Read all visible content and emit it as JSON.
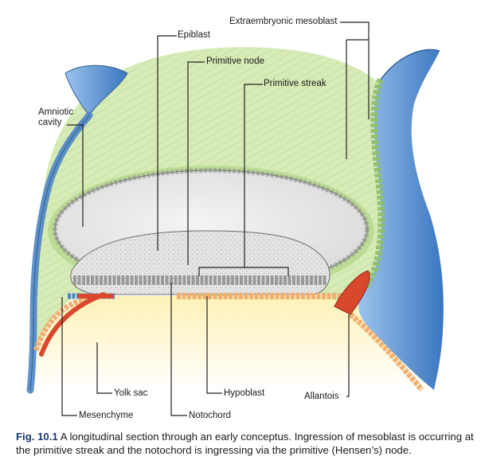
{
  "labels": {
    "extraembryonic_mesoblast": "Extraembryonic mesoblast",
    "epiblast": "Epiblast",
    "primitive_node": "Primitive node",
    "primitive_streak": "Primitive streak",
    "amniotic_cavity_1": "Amniotic",
    "amniotic_cavity_2": "cavity",
    "yolk_sac": "Yolk sac",
    "hypoblast": "Hypoblast",
    "allantois": "Allantois",
    "mesenchyme": "Mesenchyme",
    "notochord": "Notochord"
  },
  "caption": {
    "figure_number": "Fig. 10.1",
    "text": "A longitudinal section through an early conceptus. Ingression of mesoblast is occurring at the primitive streak and the notochord is ingressing via the primitive (Hensen’s) node."
  },
  "colors": {
    "mesoblast_green": "#d4e9b4",
    "epiblast_gray": "#d6d6d6",
    "yolk_sac_yellow": "#fdf6c8",
    "ectoderm_blue": "#4f86c6",
    "allantois_red": "#d9482c",
    "hypoblast_orange": "#f2b97a",
    "cell_outline": "#3c6b8f"
  }
}
